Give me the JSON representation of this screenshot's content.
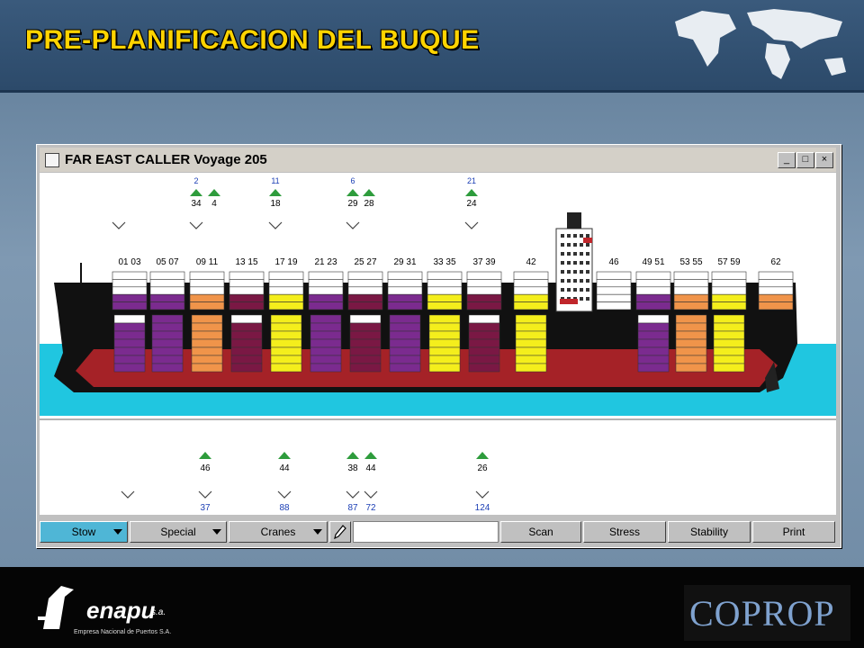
{
  "slide": {
    "title": "PRE-PLANIFICACION DEL BUQUE"
  },
  "window": {
    "title": "FAR EAST CALLER  Voyage 205",
    "controls": [
      "_",
      "□",
      "×"
    ]
  },
  "crane_tops": [
    {
      "id": "2",
      "counts": [
        "34",
        "4"
      ]
    },
    {
      "id": "11",
      "counts": [
        "18"
      ]
    },
    {
      "id": "6",
      "counts": [
        "29",
        "28"
      ]
    },
    {
      "id": "21",
      "counts": [
        "24"
      ]
    }
  ],
  "bays": [
    "01 03",
    "05 07",
    "09 11",
    "13 15",
    "17 19",
    "21 23",
    "25 27",
    "29 31",
    "33 35",
    "37 39",
    "42",
    "46",
    "49 51",
    "53 55",
    "57 59",
    "62"
  ],
  "bottom_counts_upper": [
    "46",
    "44",
    "38",
    "44",
    "26"
  ],
  "bottom_counts_lower": [
    "37",
    "88",
    "87",
    "72",
    "124"
  ],
  "toolbar": {
    "stow": "Stow",
    "special": "Special",
    "cranes": "Cranes",
    "scan": "Scan",
    "stress": "Stress",
    "stability": "Stability",
    "print": "Print"
  },
  "logos": {
    "left_brand": "enapu",
    "left_suffix": "s.a.",
    "left_sub": "Empresa Nacional de Puertos S.A.",
    "right_brand": "COPROP"
  },
  "colors": {
    "title_yellow": "#ffd400",
    "purple": "#7b2b8f",
    "yellow": "#f4ee1c",
    "orange": "#f0944a",
    "maroon": "#7a1844",
    "sea": "#20c6e0",
    "hull_red": "#c0262b"
  }
}
